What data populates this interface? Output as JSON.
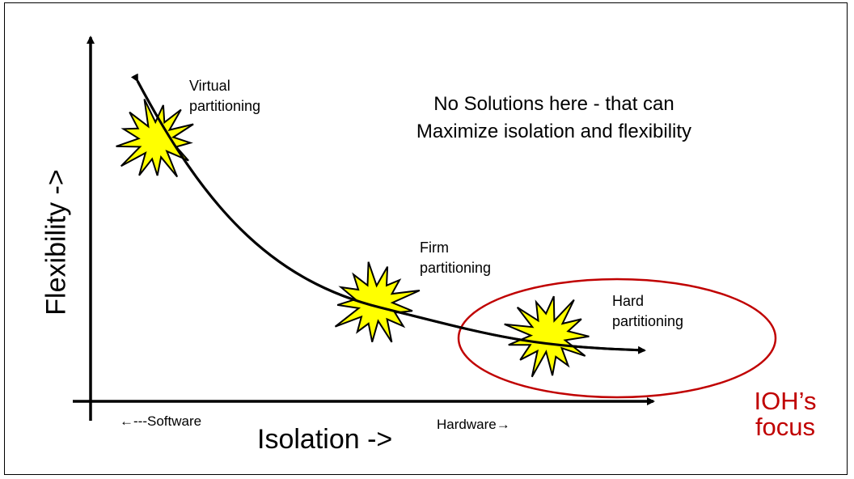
{
  "axes": {
    "y_label": "Flexibility  ->",
    "x_label": "Isolation ->",
    "x_left_label": "←---Software",
    "x_right_label": "Hardware→"
  },
  "points": [
    {
      "label_line1": "Virtual",
      "label_line2": "partitioning"
    },
    {
      "label_line1": "Firm",
      "label_line2": "partitioning"
    },
    {
      "label_line1": "Hard",
      "label_line2": "partitioning"
    }
  ],
  "note": {
    "line1": "No Solutions here -  that can",
    "line2": "Maximize isolation and flexibility"
  },
  "focus": {
    "line1": "IOH’s",
    "line2": "focus"
  },
  "colors": {
    "burst_fill": "#ffff00",
    "focus": "#c00000",
    "ink": "#000000"
  }
}
